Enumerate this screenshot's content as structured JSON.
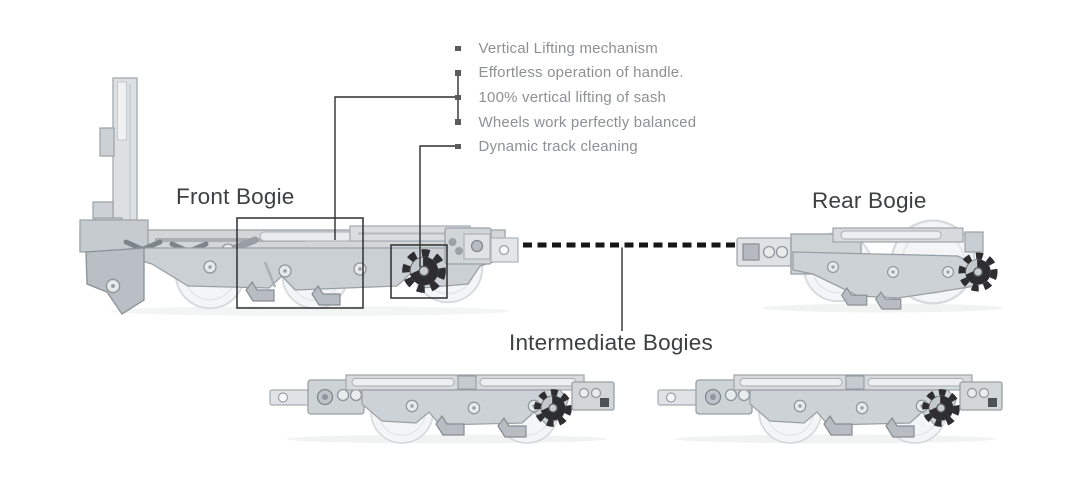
{
  "features": {
    "items": [
      "Vertical Lifting mechanism",
      "Effortless operation of handle.",
      "100% vertical lifting of sash",
      "Wheels work perfectly balanced",
      "Dynamic track cleaning"
    ]
  },
  "labels": {
    "front_bogie": "Front Bogie",
    "rear_bogie": "Rear Bogie",
    "intermediate_bogies": "Intermediate Bogies"
  },
  "colors": {
    "heading_text": "#3d3f41",
    "feature_text": "#8e9093",
    "annotation_line": "#2e2e2e",
    "dashed_link": "#161616",
    "hardware_body": "#ccd1d5",
    "hardware_outline": "#99a0a5",
    "wheel_black": "#2e2e30"
  },
  "icons": [
    {
      "name": "bullet-square-icon",
      "meaning": "list bullet"
    },
    {
      "name": "gear-wheel-icon",
      "meaning": "track cleaning wheel"
    },
    {
      "name": "roller-wheel-icon",
      "meaning": "bogie roller wheel"
    }
  ]
}
